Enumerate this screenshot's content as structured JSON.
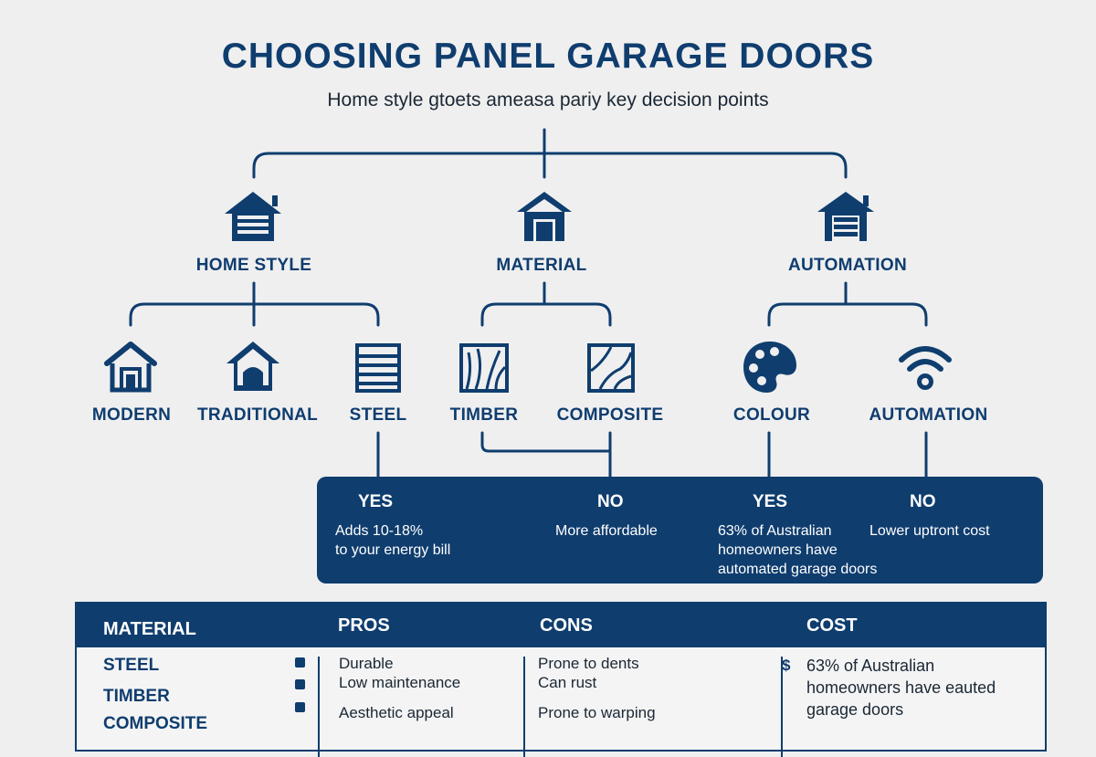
{
  "title": "CHOOSING PANEL GARAGE DOORS",
  "subtitle": "Home style gtoets ameasa pariy key decision points",
  "categories": {
    "home_style": "HOME STYLE",
    "material": "MATERIAL",
    "automation": "AUTOMATION"
  },
  "options": {
    "modern": "MODERN",
    "traditional": "TRADITIONAL",
    "steel": "STEEL",
    "timber": "TIMBER",
    "composite": "COMPOSITE",
    "colour": "COLOUR",
    "automation": "AUTOMATION"
  },
  "decisions": [
    {
      "answer": "YES",
      "lines": [
        "Adds 10-18%",
        "to your energy bill"
      ]
    },
    {
      "answer": "NO",
      "lines": [
        "More affordable"
      ]
    },
    {
      "answer": "YES",
      "lines": [
        "63% of Australian",
        "homeowners have",
        "automated garage doors"
      ]
    },
    {
      "answer": "NO",
      "lines": [
        "Lower uptront cost"
      ]
    }
  ],
  "table": {
    "headers": [
      "MATERIAL",
      "PROS",
      "CONS",
      "COST"
    ],
    "materials": [
      "STEEL",
      "TIMBER",
      "COMPOSITE"
    ],
    "pros": [
      "Durable",
      "Low maintenance",
      "Aesthetic appeal"
    ],
    "cons": [
      "Prone to dents",
      "Can rust",
      "Prone to warping"
    ],
    "cost_symbol": "$",
    "cost_lines": [
      "63% of Australian",
      "homeowners have eauted",
      "garage doors"
    ]
  },
  "colors": {
    "primary": "#0f3d6e",
    "background": "#efeff0"
  }
}
